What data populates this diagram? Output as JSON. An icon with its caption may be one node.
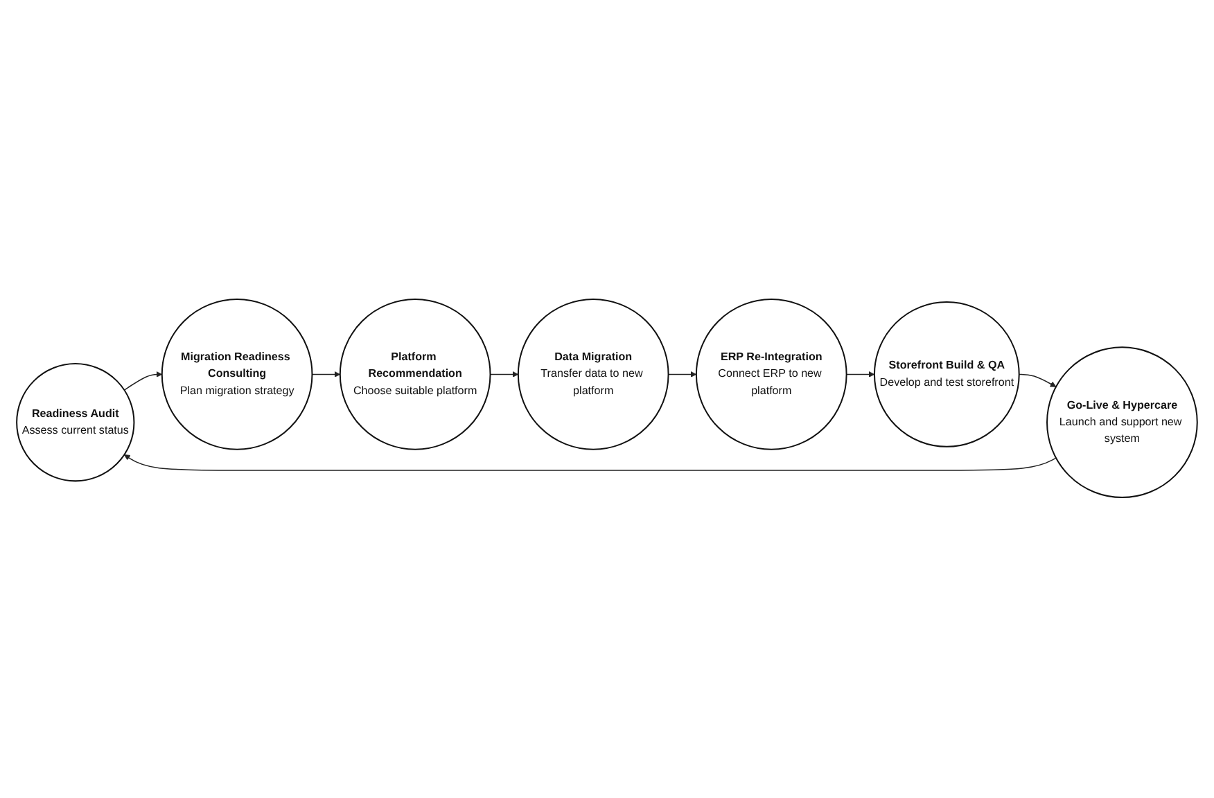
{
  "diagram": {
    "nodes": [
      {
        "text": [
          "Readiness Audit",
          "Assess current status"
        ]
      },
      {
        "text": [
          "Migration Readiness Consulting",
          "Plan migration strategy"
        ]
      },
      {
        "text": [
          "Platform Recommendation",
          "Choose suitable platform"
        ]
      },
      {
        "text": [
          "Data Migration",
          "Transfer data to new platform"
        ]
      },
      {
        "text": [
          "ERP Re-Integration",
          "Connect ERP to new platform"
        ]
      },
      {
        "text": [
          "Storefront Build & QA",
          "Develop and test storefront"
        ]
      },
      {
        "text": [
          "Go-Live & Hypercare",
          "Launch and support new system"
        ]
      }
    ],
    "edges": [
      {
        "from": 0,
        "to": 1,
        "arrow": "to"
      },
      {
        "from": 1,
        "to": 2,
        "arrow": "to"
      },
      {
        "from": 2,
        "to": 3,
        "arrow": "to"
      },
      {
        "from": 3,
        "to": 4,
        "arrow": "to"
      },
      {
        "from": 4,
        "to": 5,
        "arrow": "to"
      },
      {
        "from": 5,
        "to": 6,
        "arrow": "to"
      },
      {
        "from": 6,
        "to": 0,
        "arrow": "to"
      }
    ]
  }
}
